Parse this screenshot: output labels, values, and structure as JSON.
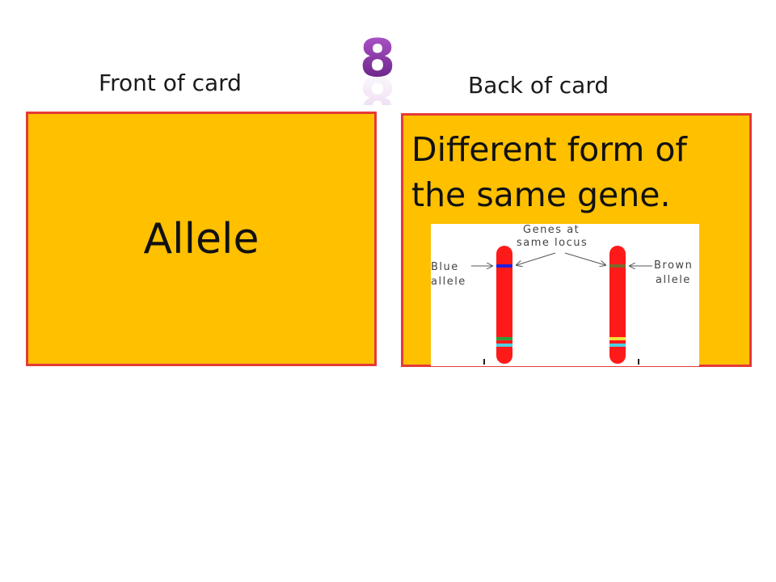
{
  "slide": {
    "number": "8",
    "front_label": "Front of card",
    "back_label": "Back of card"
  },
  "front_card": {
    "term": "Allele"
  },
  "back_card": {
    "definition": "Different form of the same gene.",
    "diagram": {
      "genes_caption_line1": "Genes at",
      "genes_caption_line2": "same locus",
      "left_caption_line1": "Blue",
      "left_caption_line2": "allele",
      "right_caption_line1": "Brown",
      "right_caption_line2": "allele"
    }
  },
  "colors": {
    "card_fill": "#FFC000",
    "card_border": "#E53A37",
    "chromosome": "#FF1A1A",
    "number_fill": "#8E2AA8",
    "blue_band": "#1E1EE0",
    "brown_band": "#7A6A2A",
    "green_band": "#2E9E3A",
    "cyan_band": "#4FD0E0",
    "yellow_band": "#F2E33A"
  }
}
